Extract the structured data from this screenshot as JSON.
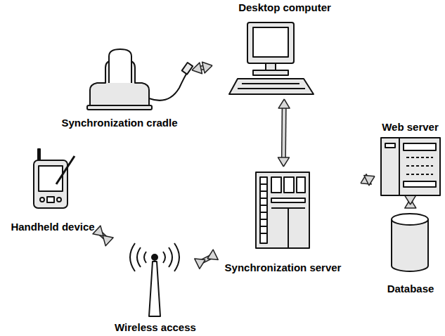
{
  "diagram": {
    "nodes": [
      {
        "text": [
          "Desktop computer"
        ]
      },
      {
        "text": [
          "Synchronization cradle"
        ]
      },
      {
        "text": [
          "Web server"
        ]
      },
      {
        "text": [
          "Handheld device"
        ]
      },
      {
        "text": [
          "Synchronization server"
        ]
      },
      {
        "text": [
          "Database"
        ]
      },
      {
        "text": [
          "Wireless access"
        ]
      }
    ],
    "edges": [
      {
        "from": 1,
        "to": 0,
        "arrow": "both"
      },
      {
        "from": 0,
        "to": 4,
        "arrow": "both"
      },
      {
        "from": 3,
        "to": 6,
        "arrow": "both"
      },
      {
        "from": 6,
        "to": 4,
        "arrow": "both"
      },
      {
        "from": 4,
        "to": 2,
        "arrow": "both"
      },
      {
        "from": 2,
        "to": 5,
        "arrow": "both"
      }
    ]
  }
}
